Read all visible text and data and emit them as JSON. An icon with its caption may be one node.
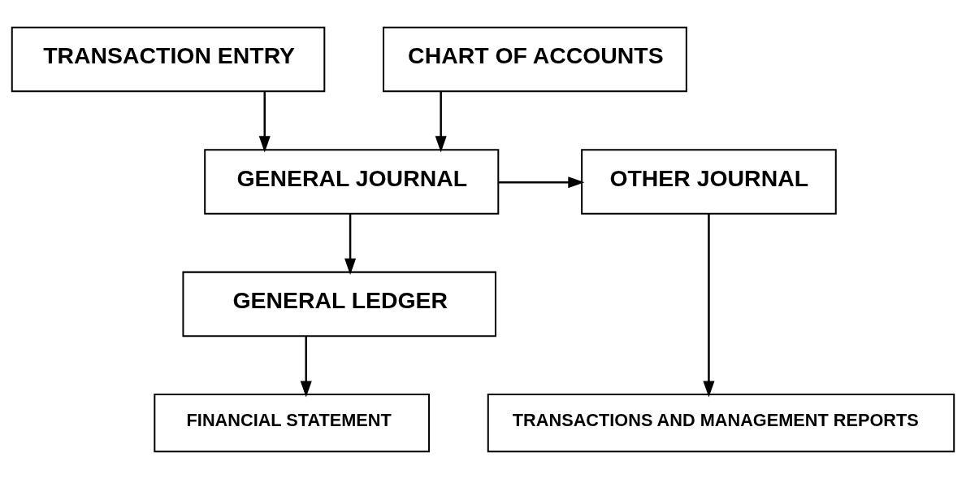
{
  "diagram": {
    "nodes": [
      {
        "text": [
          "TRANSACTION ENTRY"
        ]
      },
      {
        "text": [
          "CHART OF ACCOUNTS"
        ]
      },
      {
        "text": [
          "GENERAL JOURNAL"
        ]
      },
      {
        "text": [
          "OTHER JOURNAL"
        ]
      },
      {
        "text": [
          "GENERAL LEDGER"
        ]
      },
      {
        "text": [
          "FINANCIAL STATEMENT"
        ]
      },
      {
        "text": [
          "TRANSACTIONS AND MANAGEMENT REPORTS"
        ]
      }
    ],
    "edges": [
      {
        "from": 0,
        "to": 2,
        "arrow": "to"
      },
      {
        "from": 1,
        "to": 2,
        "arrow": "to"
      },
      {
        "from": 2,
        "to": 3,
        "arrow": "to"
      },
      {
        "from": 2,
        "to": 4,
        "arrow": "to"
      },
      {
        "from": 4,
        "to": 5,
        "arrow": "to"
      },
      {
        "from": 3,
        "to": 6,
        "arrow": "to"
      }
    ]
  }
}
